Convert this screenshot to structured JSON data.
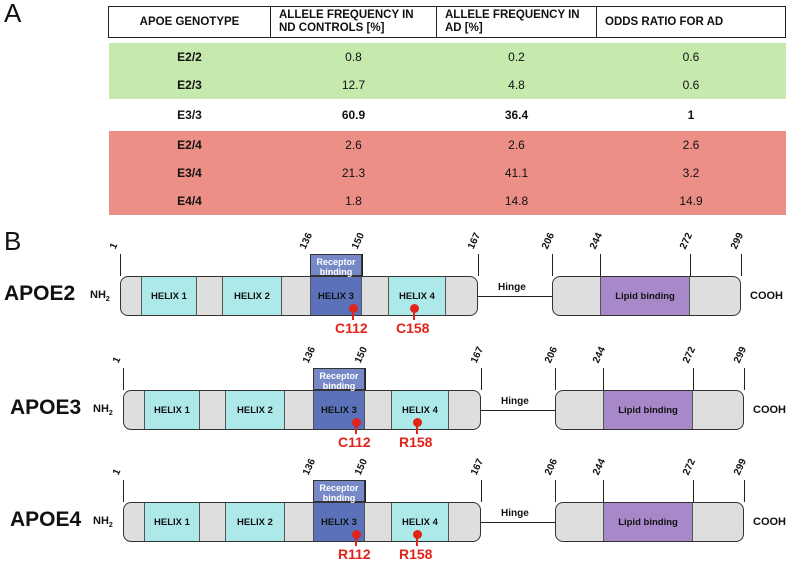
{
  "panels": {
    "a": "A",
    "b": "B"
  },
  "table": {
    "headers": [
      "APOE GENOTYPE",
      "ALLELE FREQUENCY IN ND CONTROLS [%]",
      "ALLELE FREQUENCY IN AD [%]",
      "ODDS RATIO FOR AD"
    ],
    "groups": [
      {
        "tone": "green",
        "color": "#c6e9ae",
        "rows": [
          {
            "genotype": "E2/2",
            "nd": "0.8",
            "ad": "0.2",
            "or": "0.6"
          },
          {
            "genotype": "E2/3",
            "nd": "12.7",
            "ad": "4.8",
            "or": "0.6"
          }
        ]
      },
      {
        "tone": "white",
        "color": "#ffffff",
        "rows": [
          {
            "genotype": "E3/3",
            "nd": "60.9",
            "ad": "36.4",
            "or": "1"
          }
        ]
      },
      {
        "tone": "red",
        "color": "#ec8f87",
        "rows": [
          {
            "genotype": "E2/4",
            "nd": "2.6",
            "ad": "2.6",
            "or": "2.6"
          },
          {
            "genotype": "E3/4",
            "nd": "21.3",
            "ad": "41.1",
            "or": "3.2"
          },
          {
            "genotype": "E4/4",
            "nd": "1.8",
            "ad": "14.8",
            "or": "14.9"
          }
        ]
      }
    ]
  },
  "diagram": {
    "positions": [
      "1",
      "136",
      "150",
      "167",
      "206",
      "244",
      "272",
      "299"
    ],
    "helices": [
      "HELIX 1",
      "HELIX 2",
      "HELIX 3",
      "HELIX 4"
    ],
    "receptor_label": "Receptor binding",
    "lipid_label": "Lipid binding",
    "hinge_label": "Hinge",
    "nh2": "NH",
    "nh2_sub": "2",
    "cooh": "COOH",
    "colors": {
      "helix": "#aee9ea",
      "helix3": "#5b72bb",
      "receptor": "#7788c6",
      "lipid": "#a788c8",
      "domain": "#dedede",
      "mutation": "#e0241b"
    },
    "variants": [
      {
        "name": "APOE2",
        "residue_112": "C112",
        "residue_158": "C158"
      },
      {
        "name": "APOE3",
        "residue_112": "C112",
        "residue_158": "R158"
      },
      {
        "name": "APOE4",
        "residue_112": "R112",
        "residue_158": "R158"
      }
    ]
  }
}
